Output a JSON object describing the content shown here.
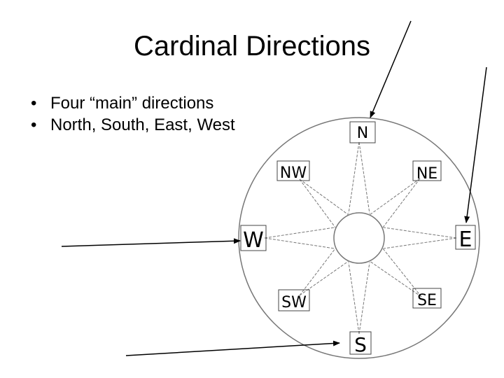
{
  "slide": {
    "title": "Cardinal Directions",
    "bullets": [
      "Four “main” directions",
      "North, South, East, West"
    ],
    "bullet_glyph": "•"
  },
  "compass": {
    "labels": {
      "n": "N",
      "ne": "NE",
      "e": "E",
      "se": "SE",
      "s": "S",
      "sw": "SW",
      "w": "W",
      "nw": "NW"
    }
  },
  "colors": {
    "text": "#000000",
    "background": "#ffffff"
  }
}
